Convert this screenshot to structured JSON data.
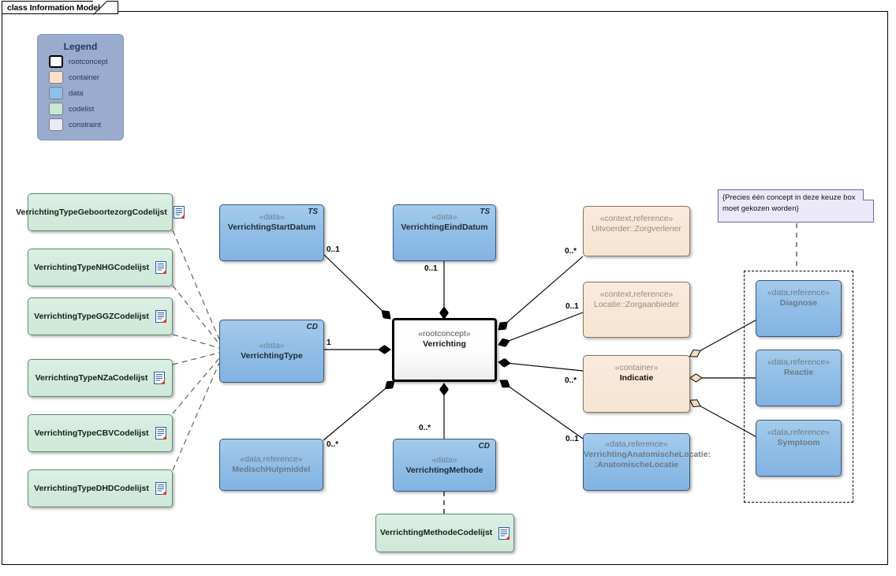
{
  "frame": {
    "title": "class Information Model"
  },
  "legend": {
    "title": "Legend",
    "items": [
      {
        "label": "rootconcept",
        "swatch": "#ffffff"
      },
      {
        "label": "container",
        "swatch": "#fae1cc"
      },
      {
        "label": "data",
        "swatch": "#8fc0ec"
      },
      {
        "label": "codelist",
        "swatch": "#c6e7d4"
      },
      {
        "label": "constraint",
        "swatch": "#eceaf8"
      }
    ]
  },
  "note": {
    "text": "{Precies één concept in deze keuze box moet gekozen worden}"
  },
  "codelists": [
    {
      "name": "VerrichtingTypeGeboortezorgCodelijst",
      "icon": "codelist-document-icon"
    },
    {
      "name": "VerrichtingTypeNHGCodelijst",
      "icon": "codelist-document-icon"
    },
    {
      "name": "VerrichtingTypeGGZCodelijst",
      "icon": "codelist-document-icon"
    },
    {
      "name": "VerrichtingTypeNZaCodelijst",
      "icon": "codelist-document-icon"
    },
    {
      "name": "VerrichtingTypeCBVCodelijst",
      "icon": "codelist-document-icon"
    },
    {
      "name": "VerrichtingTypeDHDCodelijst",
      "icon": "codelist-document-icon"
    }
  ],
  "nodes": {
    "verrichting": {
      "stereotype": "«rootconcept»",
      "name": "Verrichting",
      "type_tag": ""
    },
    "verrichting_type": {
      "stereotype": "«data»",
      "name": "VerrichtingType",
      "type_tag": "CD"
    },
    "start_datum": {
      "stereotype": "«data»",
      "name": "VerrichtingStartDatum",
      "type_tag": "TS"
    },
    "eind_datum": {
      "stereotype": "«data»",
      "name": "VerrichtingEindDatum",
      "type_tag": "TS"
    },
    "verrichting_methode": {
      "stereotype": "«data»",
      "name": "VerrichtingMethode",
      "type_tag": "CD"
    },
    "methode_codelijst": {
      "name": "VerrichtingMethodeCodelijst",
      "icon": "codelist-document-icon"
    },
    "medisch_hulpmiddel": {
      "stereotype": "«data,reference»",
      "name": "MedischHulpmiddel",
      "type_tag": ""
    },
    "uitvoerder": {
      "stereotype": "«context,reference»",
      "name": "Uitvoerder::Zorgverlener",
      "type_tag": ""
    },
    "locatie": {
      "stereotype": "«context,reference»",
      "name": "Locatie::Zorgaanbieder",
      "type_tag": ""
    },
    "indicatie": {
      "stereotype": "«container»",
      "name": "Indicatie",
      "type_tag": ""
    },
    "anatomische_locatie": {
      "stereotype": "«data,reference»",
      "name_line1": "VerrichtingAnatomischeLocatie:",
      "name_line2": ":AnatomischeLocatie",
      "type_tag": ""
    },
    "diagnose": {
      "stereotype": "«data,reference»",
      "name": "Diagnose",
      "type_tag": ""
    },
    "reactie": {
      "stereotype": "«data,reference»",
      "name": "Reactie",
      "type_tag": ""
    },
    "symptoom": {
      "stereotype": "«data,reference»",
      "name": "Symptoom",
      "type_tag": ""
    }
  },
  "multiplicities": {
    "start_datum": "0..1",
    "eind_datum": "0..1",
    "verrichting_type": "1",
    "uitvoerder": "0..*",
    "locatie": "0..1",
    "indicatie": "0..*",
    "anatomische_locatie": "0..1",
    "medisch_hulpmiddel": "0..*",
    "verrichting_methode": "0..*"
  },
  "colors": {
    "data_fill": "#8fc0ec",
    "codelist_fill": "#c6e7d4",
    "container_fill": "#fae1cc",
    "constraint_fill": "#eceaf8",
    "legend_fill": "#9aabcd",
    "legend_text": "#1f3864",
    "line": "#000000"
  }
}
